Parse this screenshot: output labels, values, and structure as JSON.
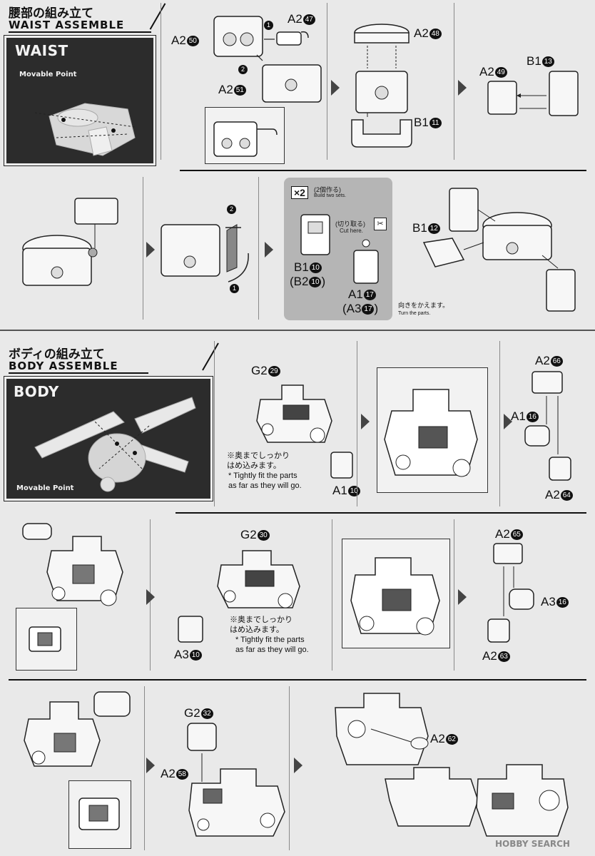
{
  "waist": {
    "title_jp": "腰部の組み立て",
    "title_en": "WAIST ASSEMBLE",
    "hero_label": "WAIST",
    "movable_label": "Movable Point",
    "step1": {
      "labels": [
        {
          "t": "A2",
          "n": "50"
        },
        {
          "t": "A2",
          "n": "47"
        },
        {
          "t": "A2",
          "n": "51"
        }
      ],
      "steps": [
        "1",
        "2"
      ]
    },
    "step2": {
      "labels": [
        {
          "t": "A2",
          "n": "48"
        },
        {
          "t": "B1",
          "n": "11"
        }
      ]
    },
    "step3": {
      "labels": [
        {
          "t": "B1",
          "n": "13"
        },
        {
          "t": "A2",
          "n": "49"
        }
      ]
    },
    "step5_steps": [
      "2",
      "1"
    ],
    "callout": {
      "count": "×2",
      "count_jp": "(2個作る)",
      "count_en": "Build two sets.",
      "cut_jp": "(切り取る)",
      "cut_en": "Cut here.",
      "part_b": {
        "t": "B1",
        "n": "10",
        "alt_t": "(B2",
        "alt_n": "10"
      },
      "part_a": {
        "t": "A1",
        "n": "17",
        "alt_t": "(A3",
        "alt_n": "17"
      },
      "turn_jp": "向きをかえます。",
      "turn_en": "Turn the parts."
    },
    "step6_label": {
      "t": "B1",
      "n": "12"
    }
  },
  "body": {
    "title_jp": "ボディの組み立て",
    "title_en": "BODY ASSEMBLE",
    "hero_label": "BODY",
    "movable_label": "Movable Point",
    "step1": {
      "labels": [
        {
          "t": "G2",
          "n": "29"
        },
        {
          "t": "A1",
          "n": "10"
        }
      ],
      "note_jp": "※奥までしっかり\nはめ込みます。",
      "note_en": "* Tightly fit the parts\nas far as they will go."
    },
    "step3": {
      "labels": [
        {
          "t": "A2",
          "n": "66"
        },
        {
          "t": "A1",
          "n": "16"
        },
        {
          "t": "A2",
          "n": "64"
        }
      ]
    },
    "step5": {
      "labels": [
        {
          "t": "G2",
          "n": "30"
        },
        {
          "t": "A3",
          "n": "10"
        }
      ],
      "note_jp": "※奥までしっかり\nはめ込みます。",
      "note_en": "* Tightly fit the parts\nas far as they will go."
    },
    "step7": {
      "labels": [
        {
          "t": "A2",
          "n": "65"
        },
        {
          "t": "A3",
          "n": "16"
        },
        {
          "t": "A2",
          "n": "63"
        }
      ]
    },
    "step9": {
      "labels": [
        {
          "t": "G2",
          "n": "32"
        },
        {
          "t": "A2",
          "n": "58"
        }
      ]
    },
    "step10": {
      "labels": [
        {
          "t": "A2",
          "n": "62"
        }
      ]
    }
  },
  "watermark": "HOBBY SEARCH"
}
